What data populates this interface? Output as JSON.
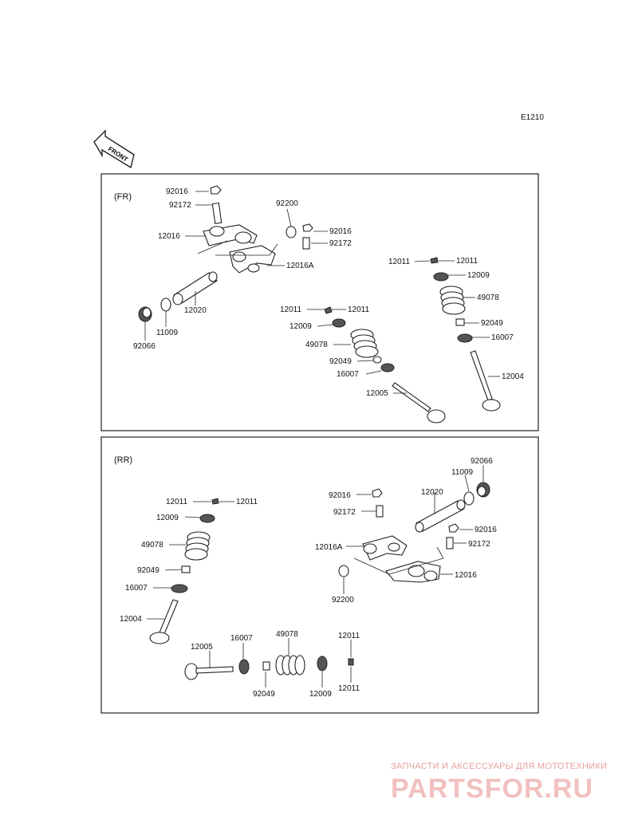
{
  "diagram_code": "E1210",
  "front_arrow_text": "FRONT",
  "sections": [
    {
      "id": "fr",
      "label": "(FR)",
      "callouts": [
        "92016",
        "92172",
        "92200",
        "92016",
        "92172",
        "12016",
        "12016A",
        "12011",
        "12011",
        "12009",
        "49078",
        "92049",
        "16007",
        "12004",
        "12020",
        "11009",
        "92066",
        "12011",
        "12011",
        "12009",
        "49078",
        "92049",
        "16007",
        "12005"
      ]
    },
    {
      "id": "rr",
      "label": "(RR)",
      "callouts": [
        "92066",
        "11009",
        "12020",
        "92016",
        "92172",
        "92016",
        "92172",
        "12016A",
        "12016",
        "92200",
        "12011",
        "12011",
        "12009",
        "49078",
        "92049",
        "16007",
        "12004",
        "12005",
        "16007",
        "49078",
        "12011",
        "92049",
        "12009",
        "12011"
      ]
    }
  ],
  "watermark": {
    "tagline": "ЗАПЧАСТИ И АКСЕССУАРЫ ДЛЯ МОТОТЕХНИКИ",
    "brand": "PARTSFOR.RU"
  },
  "colors": {
    "ink": "#222222",
    "watermark": "#e5a0a0",
    "background": "#ffffff"
  }
}
